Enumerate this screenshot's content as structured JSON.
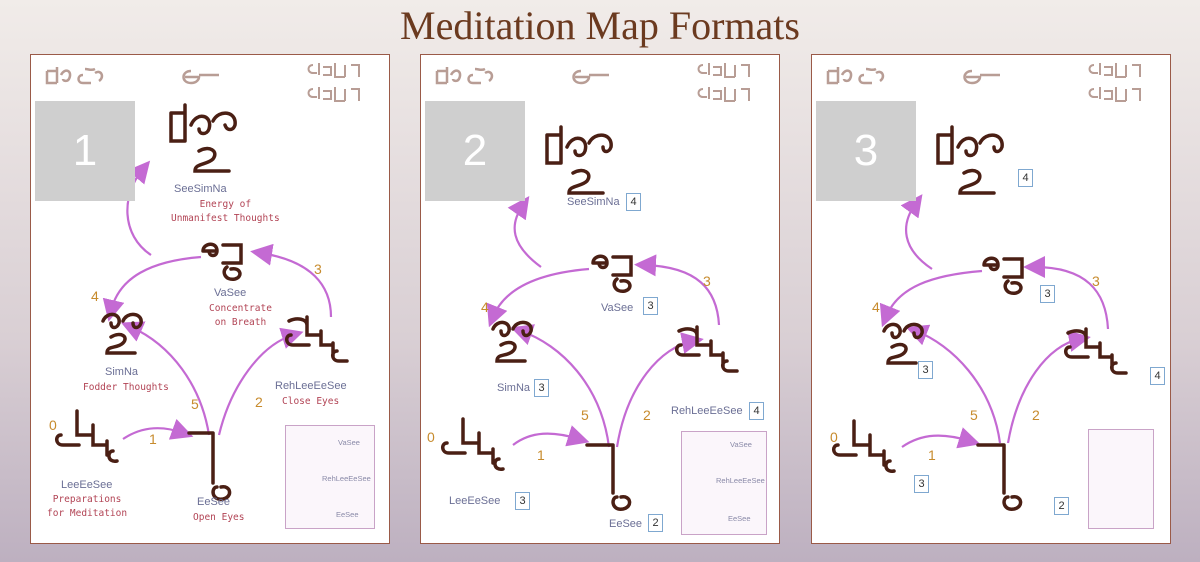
{
  "title": "Meditation Map Formats",
  "colors": {
    "glyph": "#4a1f14",
    "arrow": "#c46ad3",
    "step": "#c78b2d",
    "label": "#6b6f95",
    "desc": "#b24455",
    "header_glyph": "#b89d95"
  },
  "panels": [
    {
      "number": "1",
      "nodes": {
        "seesimna": {
          "label": "SeeSimNa",
          "desc": "Energy of\nUnmanifest Thoughts"
        },
        "vasee": {
          "label": "VaSee",
          "desc": "Concentrate\non Breath"
        },
        "simna": {
          "label": "SimNa",
          "desc": "Fodder Thoughts"
        },
        "rehleeeesee": {
          "label": "RehLeeEeSee",
          "desc": "Close Eyes"
        },
        "leeeesee": {
          "label": "LeeEeSee",
          "desc": "Preparations\nfor Meditation"
        },
        "eesee": {
          "label": "EeSee",
          "desc": "Open Eyes"
        }
      },
      "steps": [
        "0",
        "1",
        "2",
        "3",
        "4",
        "5"
      ],
      "legend": {
        "top": "VaSee",
        "mid": "RehLeeEeSee",
        "bottom": "EeSee"
      }
    },
    {
      "number": "2",
      "nodes": {
        "seesimna": {
          "label": "SeeSimNa",
          "badge": "4"
        },
        "vasee": {
          "label": "VaSee",
          "badge": "3"
        },
        "simna": {
          "label": "SimNa",
          "badge": "3"
        },
        "rehleeeesee": {
          "label": "RehLeeEeSee",
          "badge": "4"
        },
        "leeeesee": {
          "label": "LeeEeSee",
          "badge": "3"
        },
        "eesee": {
          "label": "EeSee",
          "badge": "2"
        }
      },
      "steps": [
        "0",
        "1",
        "2",
        "3",
        "4",
        "5"
      ],
      "legend": {
        "top": "VaSee",
        "mid": "RehLeeEeSee",
        "bottom": "EeSee"
      }
    },
    {
      "number": "3",
      "nodes": {
        "seesimna": {
          "badge": "4"
        },
        "vasee": {
          "badge": "3"
        },
        "simna": {
          "badge": "3"
        },
        "rehleeeesee": {
          "badge": "4"
        },
        "leeeesee": {
          "badge": "3"
        },
        "eesee": {
          "badge": "2"
        }
      },
      "steps": [
        "0",
        "1",
        "2",
        "3",
        "4",
        "5"
      ]
    }
  ]
}
